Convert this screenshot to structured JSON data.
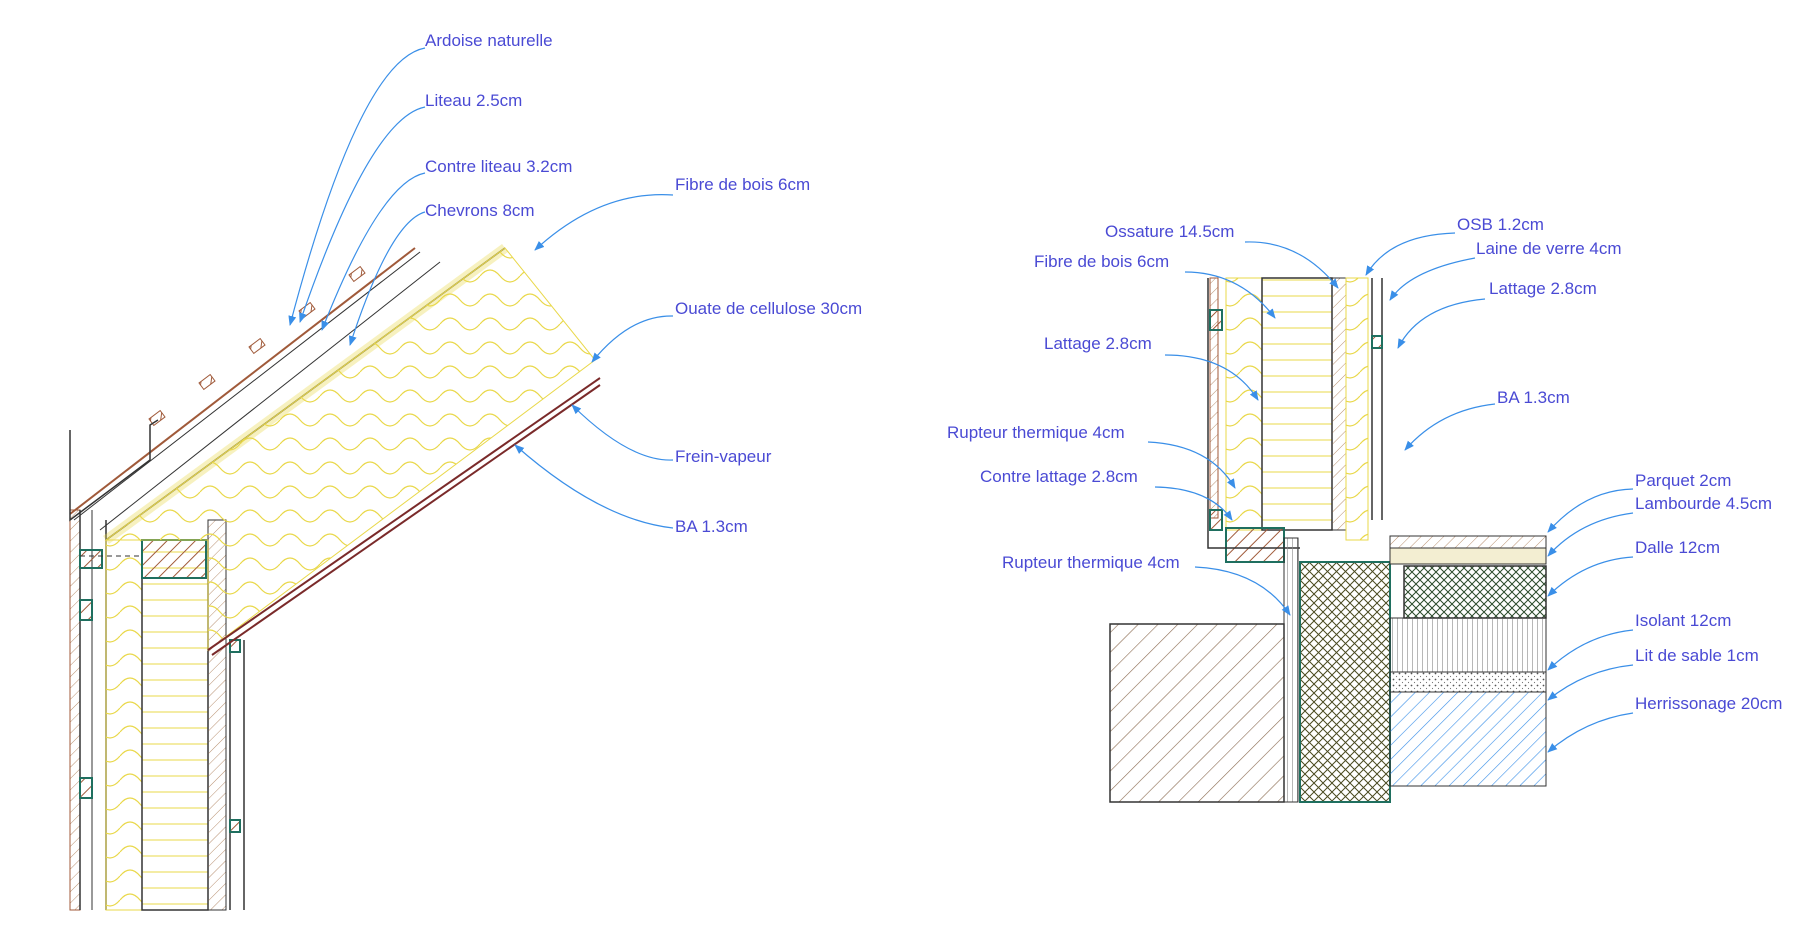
{
  "colors": {
    "label": "#4a4ad4",
    "arrow": "#3a8fe8",
    "insulation": "#e9d84a",
    "wood": "#a05a3a",
    "structure": "#1f6f5f",
    "outline": "#333333",
    "vapour": "#7a2a2a"
  },
  "roof_labels": [
    {
      "id": "ardoise",
      "text": "Ardoise naturelle"
    },
    {
      "id": "liteau",
      "text": "Liteau 2.5cm"
    },
    {
      "id": "contre-liteau",
      "text": "Contre liteau 3.2cm"
    },
    {
      "id": "chevrons",
      "text": "Chevrons 8cm"
    },
    {
      "id": "fibre-roof",
      "text": "Fibre de bois 6cm"
    },
    {
      "id": "ouate",
      "text": "Ouate de cellulose 30cm"
    },
    {
      "id": "frein",
      "text": "Frein-vapeur"
    },
    {
      "id": "ba-roof",
      "text": "BA 1.3cm"
    }
  ],
  "wall_labels_left": [
    {
      "id": "ossature",
      "text": "Ossature 14.5cm"
    },
    {
      "id": "fibre-wall",
      "text": "Fibre de bois 6cm"
    },
    {
      "id": "lattage-left",
      "text": "Lattage 2.8cm"
    },
    {
      "id": "rupteur-1",
      "text": "Rupteur thermique 4cm"
    },
    {
      "id": "contre-lattage",
      "text": "Contre lattage 2.8cm"
    },
    {
      "id": "rupteur-2",
      "text": "Rupteur thermique 4cm"
    }
  ],
  "wall_labels_right": [
    {
      "id": "osb",
      "text": "OSB 1.2cm"
    },
    {
      "id": "laine",
      "text": "Laine de verre 4cm"
    },
    {
      "id": "lattage-right",
      "text": "Lattage 2.8cm"
    },
    {
      "id": "ba-wall",
      "text": "BA 1.3cm"
    }
  ],
  "floor_labels": [
    {
      "id": "parquet",
      "text": "Parquet 2cm"
    },
    {
      "id": "lambourde",
      "text": "Lambourde 4.5cm"
    },
    {
      "id": "dalle",
      "text": "Dalle 12cm"
    },
    {
      "id": "isolant",
      "text": "Isolant 12cm"
    },
    {
      "id": "sable",
      "text": "Lit de sable 1cm"
    },
    {
      "id": "herrissonage",
      "text": "Herrissonage 20cm"
    }
  ]
}
